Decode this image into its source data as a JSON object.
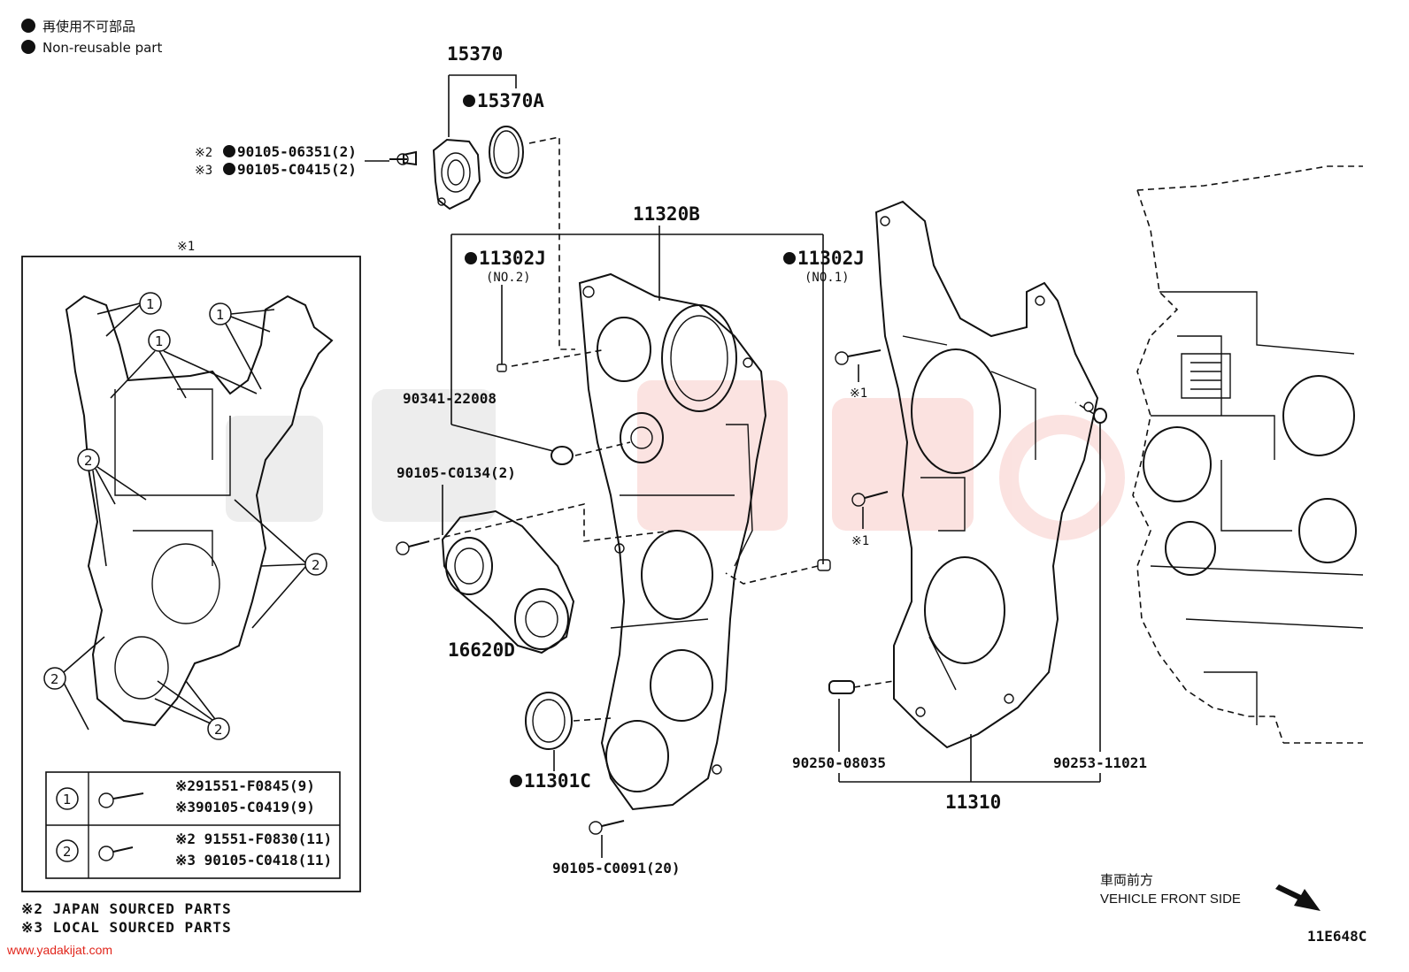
{
  "legend": {
    "jp": "再使用不可部品",
    "en": "Non-reusable part"
  },
  "callouts": {
    "c15370": "15370",
    "c15370A": "15370A",
    "b1_code": "90105-06351(2)",
    "b1_mark": "※2",
    "b2_code": "90105-C0415(2)",
    "b2_mark": "※3",
    "c11320B": "11320B",
    "pin2_code": "11302J",
    "pin2_no": "(NO.2)",
    "pin1_code": "11302J",
    "pin1_no": "(NO.1)",
    "c90341": "90341-22008",
    "c90105_c0134": "90105-C0134(2)",
    "c16620D": "16620D",
    "c11301C": "11301C",
    "c90105_c0091": "90105-C0091(20)",
    "mark1_a": "※1",
    "mark1_b": "※1",
    "c90250": "90250-08035",
    "c90253": "90253-11021",
    "c11310": "11310"
  },
  "inset": {
    "title": "※1",
    "circle1": "1",
    "circle2": "2",
    "table": [
      {
        "num": "1",
        "line1": "※291551-F0845(9)",
        "line2": "※390105-C0419(9)"
      },
      {
        "num": "2",
        "line1": "※2 91551-F0830(11)",
        "line2": "※3 90105-C0418(11)"
      }
    ]
  },
  "notes": {
    "n2": "※2 JAPAN SOURCED PARTS",
    "n3": "※3 LOCAL SOURCED PARTS"
  },
  "front": {
    "jp": "車両前方",
    "en": "VEHICLE FRONT SIDE"
  },
  "diagram_id": "11E648C",
  "watermark": "www.yadakijat.com"
}
